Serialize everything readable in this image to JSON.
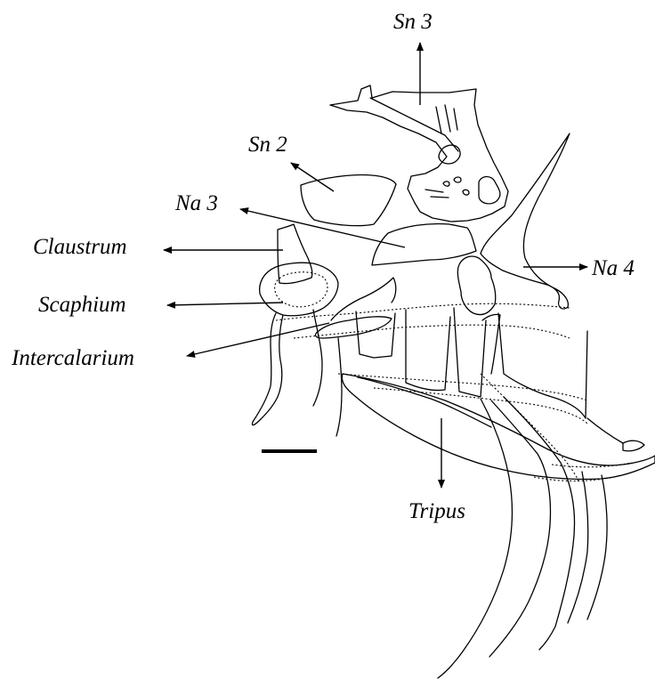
{
  "labels": {
    "sn3": "Sn 3",
    "sn2": "Sn 2",
    "na3": "Na 3",
    "claustrum": "Claustrum",
    "na4": "Na 4",
    "scaphium": "Scaphium",
    "intercalarium": "Intercalarium",
    "tripus": "Tripus"
  }
}
